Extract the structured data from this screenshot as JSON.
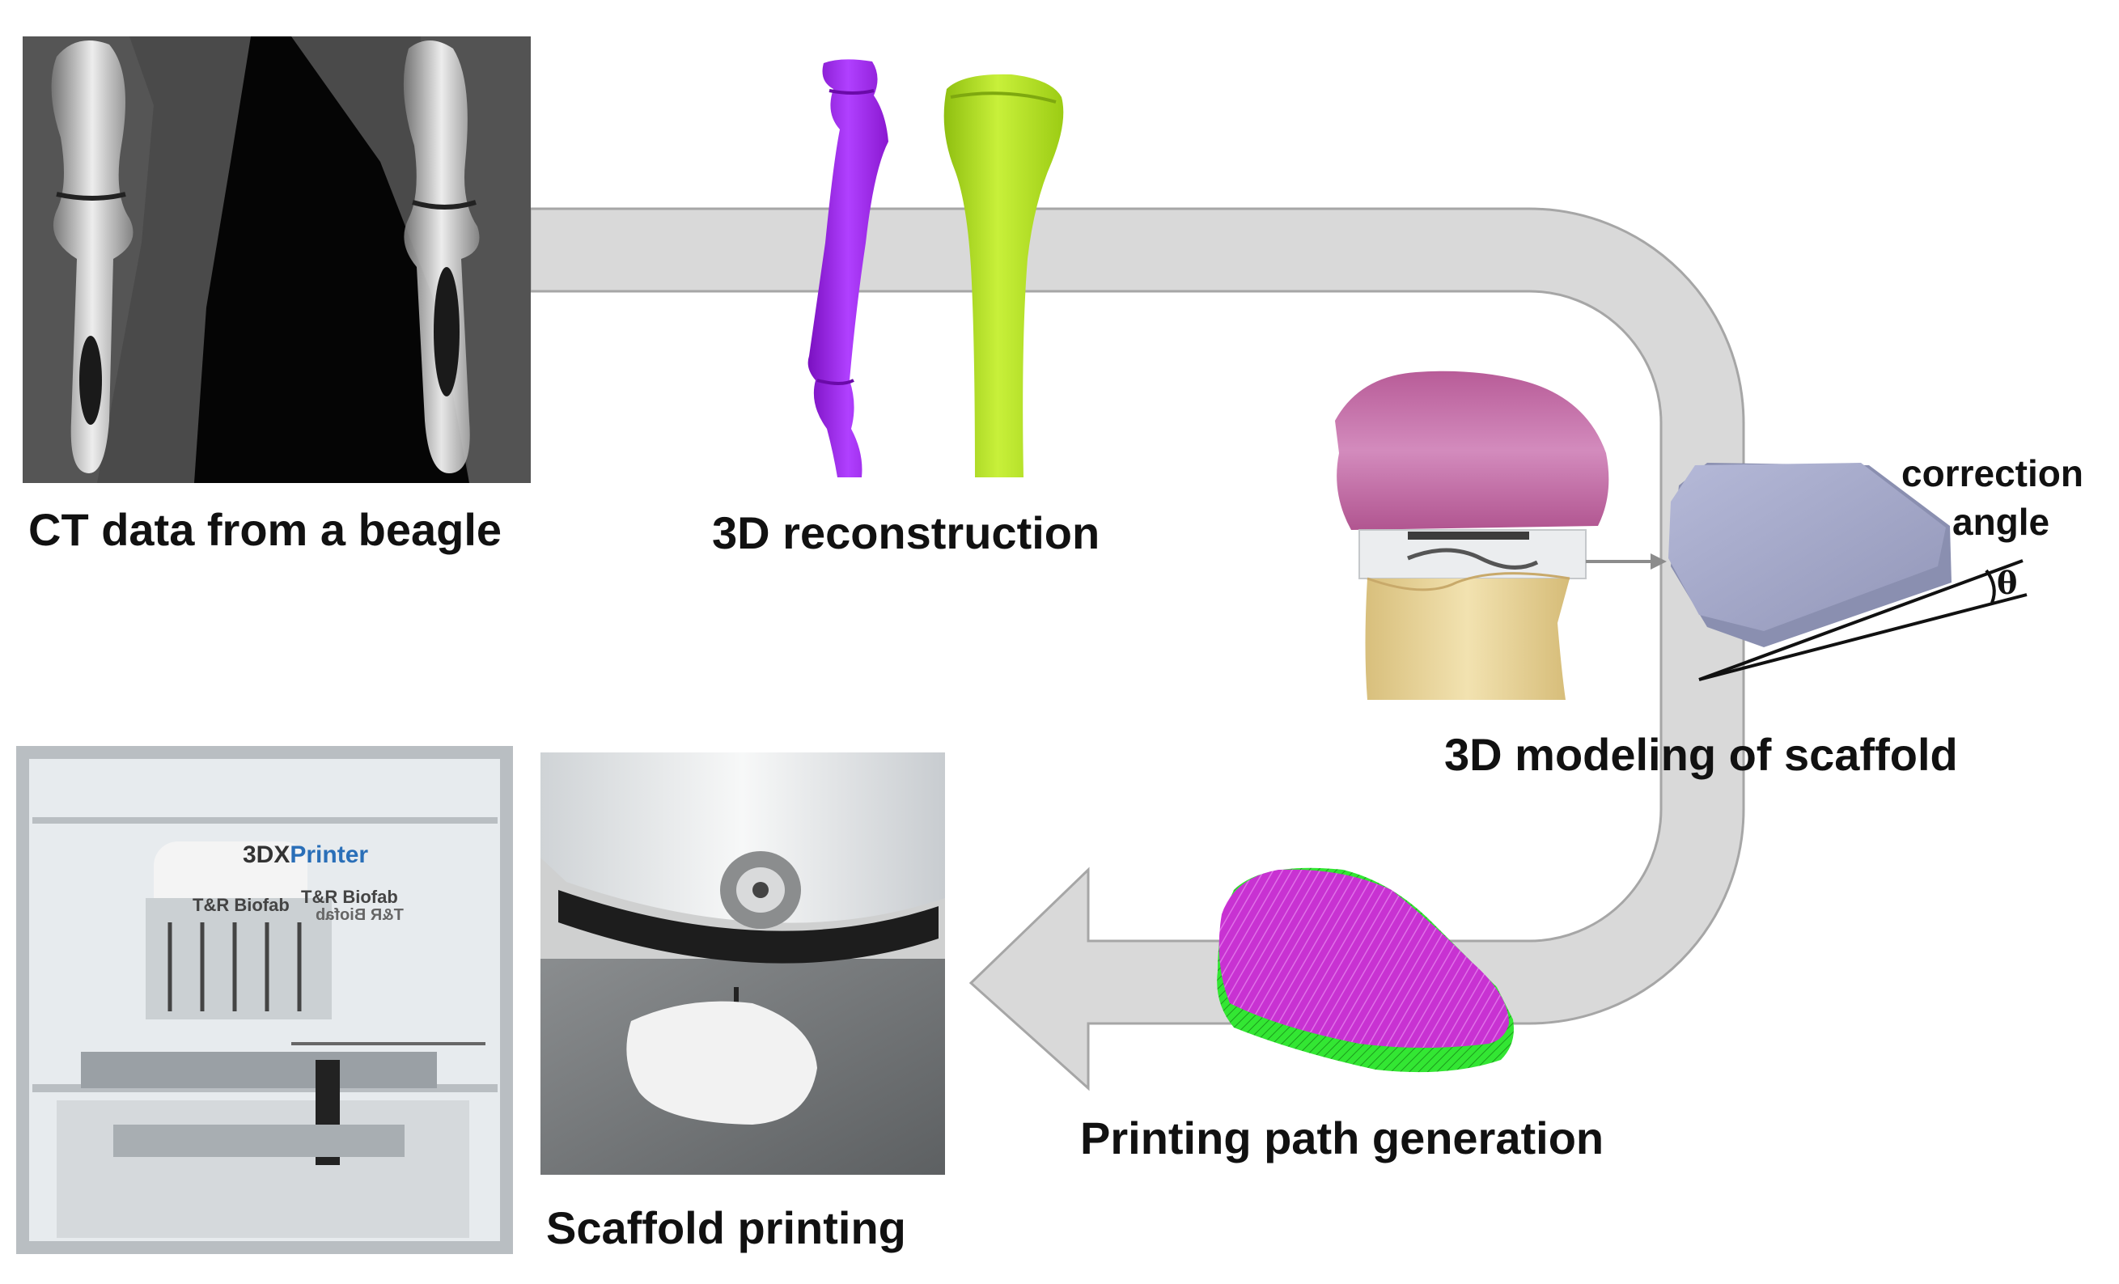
{
  "captions": {
    "ct_data": "CT data from a beagle",
    "reconstruction": "3D reconstruction",
    "modeling": "3D modeling of scaffold",
    "printing_path": "Printing path generation",
    "scaffold_printing": "Scaffold printing"
  },
  "correction": {
    "line1": "correction",
    "line2": "angle",
    "symbol": "θ"
  },
  "printer_photo": {
    "brand_prefix": "3DX",
    "brand_suffix": "Printer",
    "company_1": "T&R Biofab",
    "company_2": "T&R Biofab",
    "company_mirrored": "T&R Biofab"
  },
  "colors": {
    "flow_arrow_fill": "#d9d9d9",
    "flow_arrow_stroke": "#a6a6a6",
    "fibula": "#a020f0",
    "tibia": "#b5e61d",
    "femur_model": "#c86aa8",
    "tibia_model": "#e8d49a",
    "scaffold": "#a4a8c8",
    "path_magenta": "#c832d2",
    "path_green": "#33e633"
  }
}
